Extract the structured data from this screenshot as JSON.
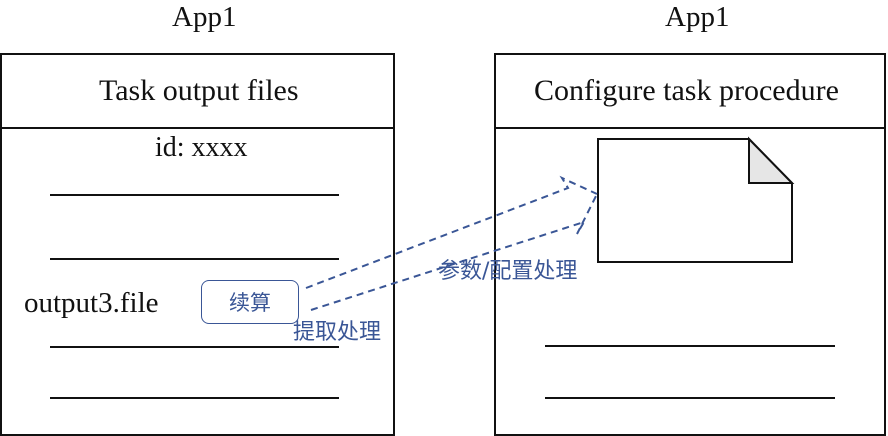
{
  "left_app": {
    "title": "App1",
    "header": "Task output files",
    "id_label": "id: xxxx",
    "file_label": "output3.file",
    "resume_button": "续算",
    "extract_label": "提取处理"
  },
  "right_app": {
    "title": "App1",
    "header": "Configure task procedure",
    "process_label": "参数/配置处理"
  },
  "colors": {
    "line": "#111111",
    "accent": "#3a5696",
    "doc_fold": "#e6e6e6"
  },
  "icons": [
    "document-icon",
    "dashed-arrow-icon"
  ]
}
